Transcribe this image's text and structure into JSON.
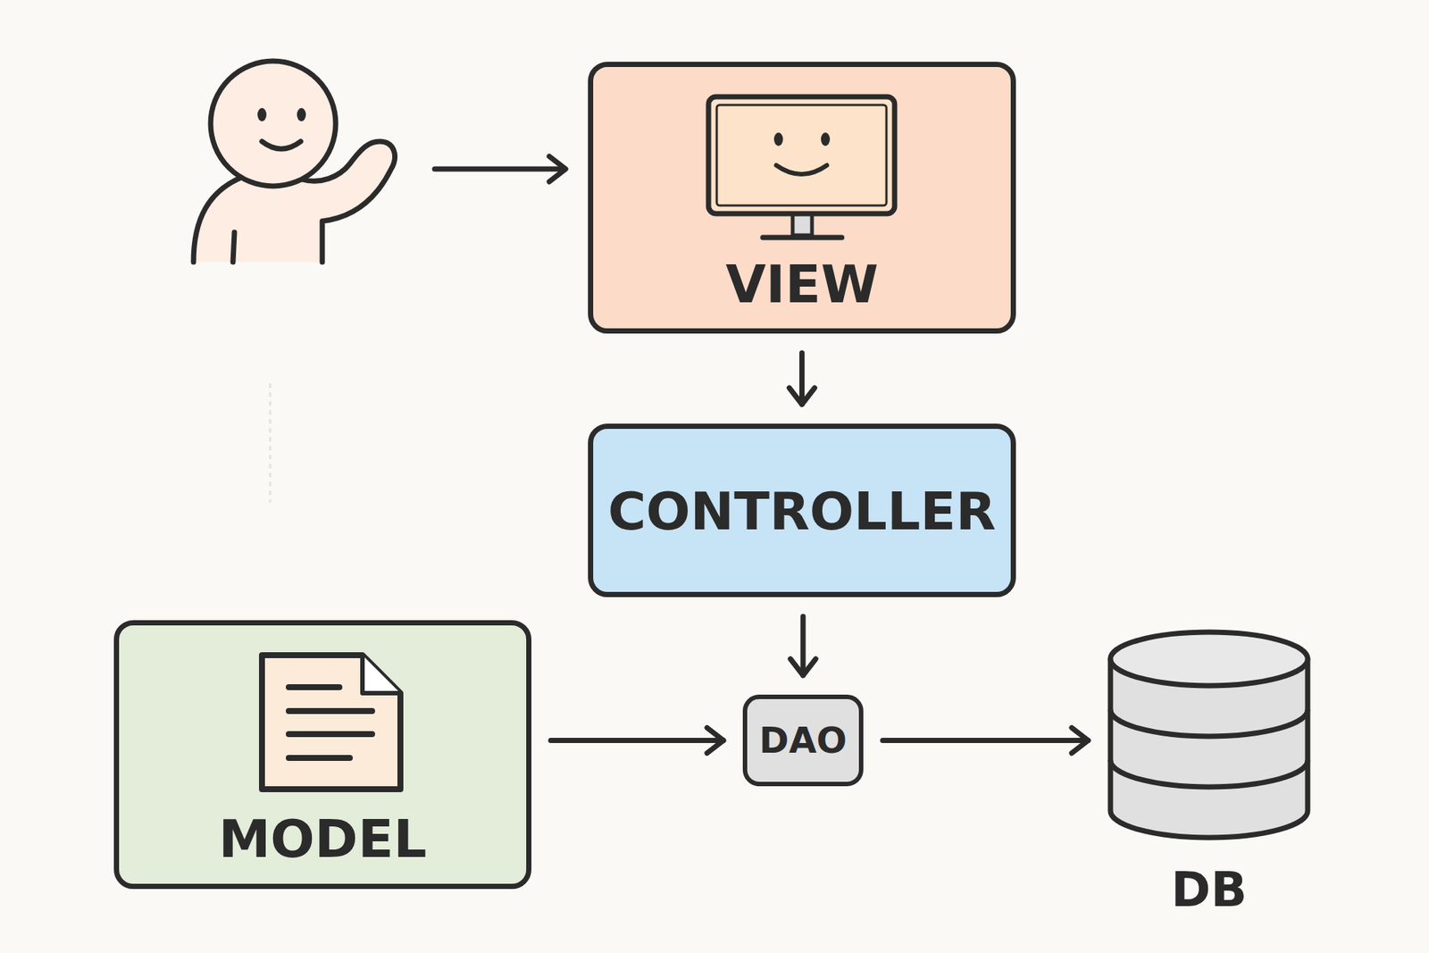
{
  "diagram": {
    "nodes": [
      {
        "text": [
          "VIEW"
        ]
      },
      {
        "text": [
          "CONTROLLER"
        ]
      },
      {
        "text": [
          "MODEL"
        ]
      },
      {
        "text": [
          "DAO"
        ]
      },
      {
        "text": [
          "DB"
        ]
      }
    ],
    "edges": [
      {
        "from": 0,
        "to": 1,
        "arrow": "to"
      },
      {
        "from": 1,
        "to": 3,
        "arrow": "to"
      },
      {
        "from": 2,
        "to": 3,
        "arrow": "to"
      },
      {
        "from": 3,
        "to": 4,
        "arrow": "to"
      }
    ]
  }
}
